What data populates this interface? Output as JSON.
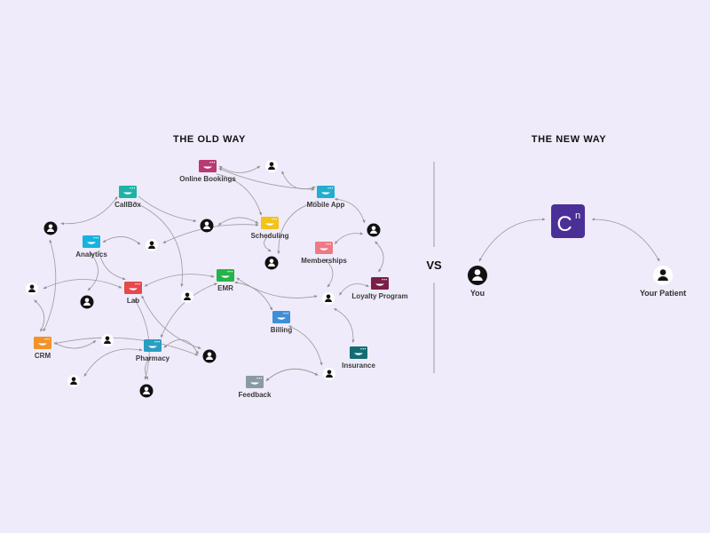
{
  "old_way": {
    "title": "THE OLD WAY",
    "systems": [
      {
        "id": "online-bookings",
        "label": "Online Bookings",
        "color": "#b83a72"
      },
      {
        "id": "callbox",
        "label": "CallBox",
        "color": "#1fb3a6"
      },
      {
        "id": "mobile-app",
        "label": "Mobile App",
        "color": "#21aed0"
      },
      {
        "id": "scheduling",
        "label": "Scheduling",
        "color": "#f2c318"
      },
      {
        "id": "analytics",
        "label": "Analytics",
        "color": "#18b2e0"
      },
      {
        "id": "memberships",
        "label": "Memberships",
        "color": "#ee7a84"
      },
      {
        "id": "lab",
        "label": "Lab",
        "color": "#e5484d"
      },
      {
        "id": "emr",
        "label": "EMR",
        "color": "#24b44a"
      },
      {
        "id": "loyalty-program",
        "label": "Loyalty Program",
        "color": "#7a1f47"
      },
      {
        "id": "billing",
        "label": "Billing",
        "color": "#3f8fd8"
      },
      {
        "id": "crm",
        "label": "CRM",
        "color": "#f3922b"
      },
      {
        "id": "pharmacy",
        "label": "Pharmacy",
        "color": "#2a9ec2"
      },
      {
        "id": "insurance",
        "label": "Insurance",
        "color": "#136c73"
      },
      {
        "id": "feedback",
        "label": "Feedback",
        "color": "#8a9aa2"
      }
    ]
  },
  "new_way": {
    "title": "THE NEW WAY",
    "logo_text": "C",
    "logo_superscript": "n",
    "logo_color": "#4a3096",
    "you_label": "You",
    "patient_label": "Your Patient"
  },
  "vs_label": "VS",
  "colors": {
    "background": "#efebfa",
    "edge": "#9b9b9b",
    "divider": "#b9b5c3",
    "person_dark": "#111111"
  }
}
